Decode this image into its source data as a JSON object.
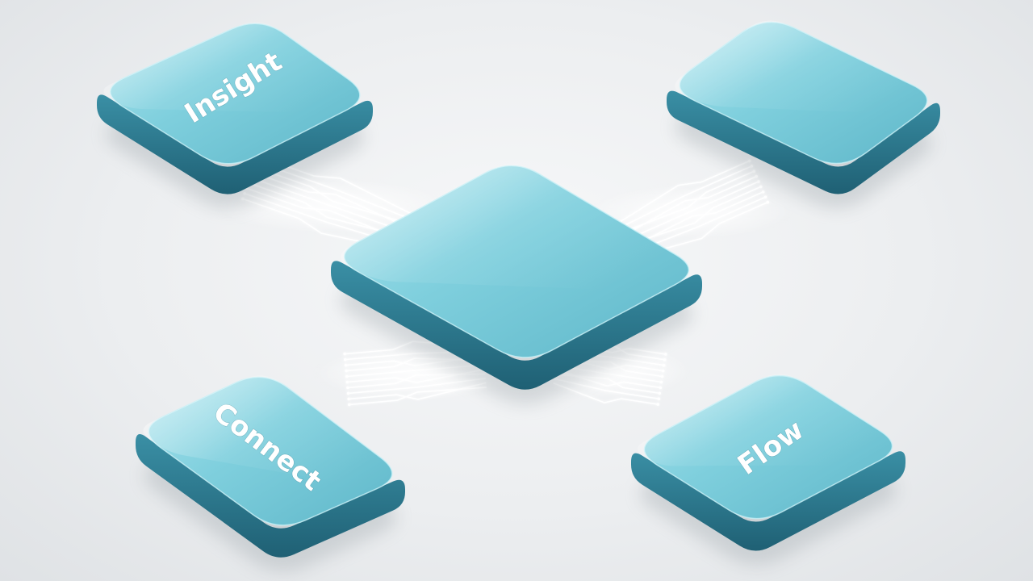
{
  "tiles": {
    "top_left": {
      "label": "Insight"
    },
    "top_right": {
      "label": ""
    },
    "center": {
      "label": ""
    },
    "bottom_left": {
      "label": "Connect"
    },
    "bottom_right": {
      "label": "Flow"
    }
  },
  "colors": {
    "tile_top": "#7fcfdd",
    "tile_top_light": "#a8e2ec",
    "tile_side": "#2f8096",
    "tile_side_dark": "#1e5f72",
    "circuit_glow": "#ffffff",
    "background": "#eceef0"
  }
}
